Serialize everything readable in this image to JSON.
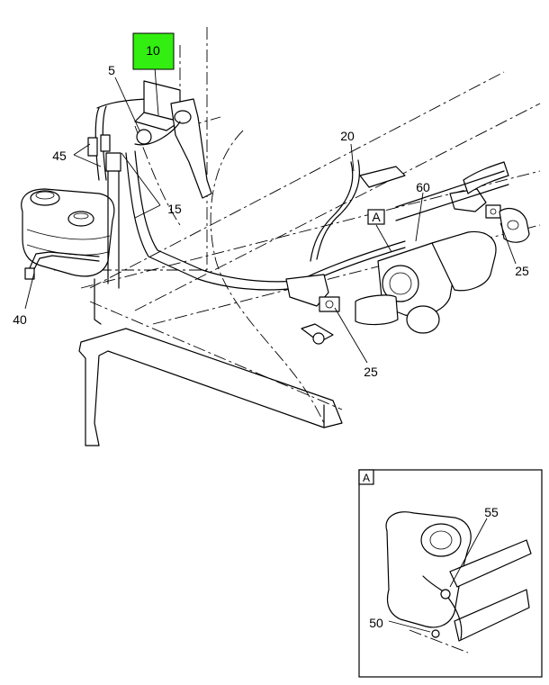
{
  "callouts": {
    "c10": "10",
    "c5": "5",
    "c45": "45",
    "c15": "15",
    "c40": "40",
    "c20": "20",
    "c60": "60",
    "cA": "A",
    "c25_right": "25",
    "c25_bottom": "25"
  },
  "detail": {
    "tag": "A",
    "c55": "55",
    "c50": "50"
  },
  "colors": {
    "highlight": "#33ee11",
    "line": "#000000"
  }
}
